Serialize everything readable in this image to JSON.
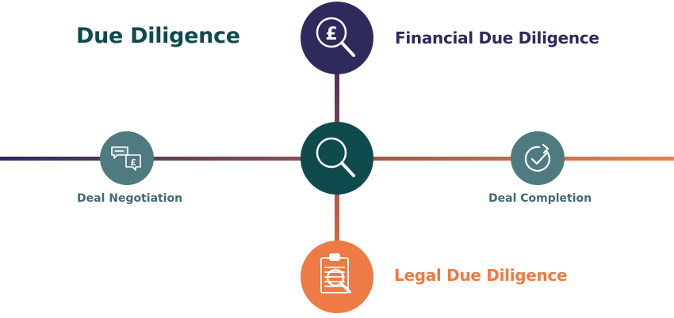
{
  "title": "Due Diligence",
  "nodes": {
    "financial": {
      "label": "Financial Due Diligence",
      "icon": "pound-magnifier-icon",
      "color": "#2e2a5c"
    },
    "center": {
      "icon": "magnifier-icon",
      "color": "#0f4a4d"
    },
    "legal": {
      "label": "Legal Due Diligence",
      "icon": "clipboard-magnifier-icon",
      "color": "#ee7a45"
    },
    "negotiation": {
      "label": "Deal Negotiation",
      "icon": "chat-exchange-icon",
      "color": "#4f7a80"
    },
    "completion": {
      "label": "Deal Completion",
      "icon": "refresh-check-icon",
      "color": "#4f7a80"
    }
  },
  "colors": {
    "line_start": "#2e2a5c",
    "line_end": "#f08143"
  }
}
